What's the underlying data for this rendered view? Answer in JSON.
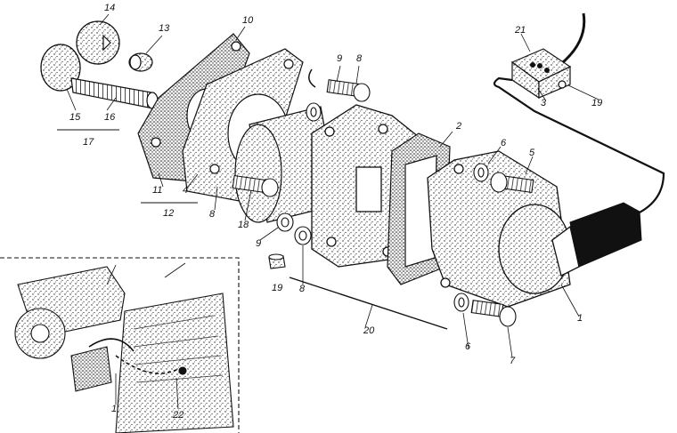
{
  "diagram": {
    "callouts": {
      "c1": "1",
      "c1b": "1",
      "c2": "2",
      "c3": "3",
      "c4": "4",
      "c5": "5",
      "c6": "6",
      "c6b": "6",
      "c7": "7",
      "c8a": "8",
      "c8b": "8",
      "c8c": "8",
      "c9a": "9",
      "c9b": "9",
      "c10": "10",
      "c11": "11",
      "c12": "12",
      "c13": "13",
      "c14": "14",
      "c15": "15",
      "c16": "16",
      "c17": "17",
      "c18": "18",
      "c19a": "19",
      "c19b": "19",
      "c20": "20",
      "c21": "21",
      "c22": "22"
    }
  }
}
